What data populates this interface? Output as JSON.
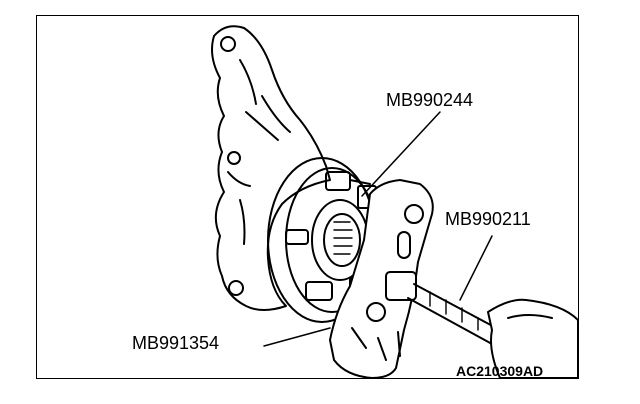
{
  "figure": {
    "callouts": {
      "tool_upper": "MB990244",
      "tool_right": "MB990211",
      "tool_lower": "MB991354"
    },
    "figure_id": "AC210309AD"
  }
}
